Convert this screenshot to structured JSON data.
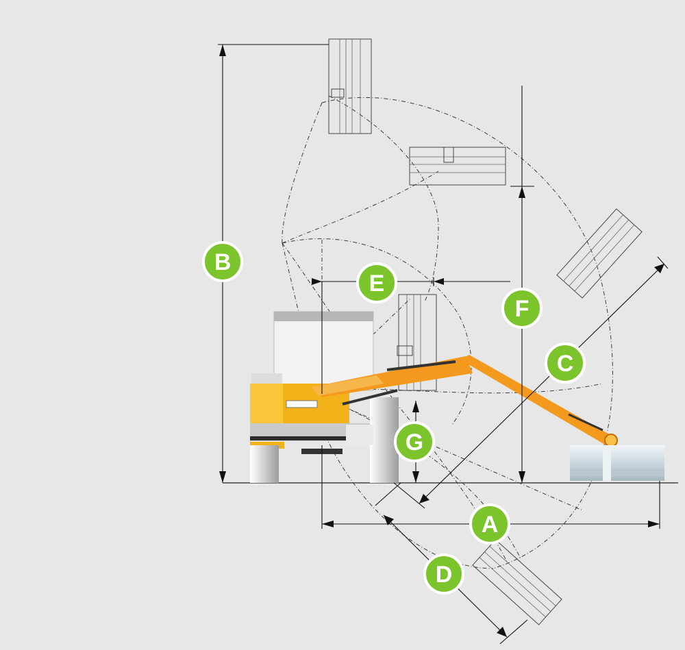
{
  "labels": {
    "a": "A",
    "b": "B",
    "c": "C",
    "d": "D",
    "e": "E",
    "f": "F",
    "g": "G"
  },
  "colors": {
    "background": "#e6e7e6",
    "badge": "#7cc42b",
    "boom": "#f39a1e",
    "machine_body": "#f4b21a",
    "chassis": "#c9cbca",
    "mower_head": "#dfe8ee"
  }
}
